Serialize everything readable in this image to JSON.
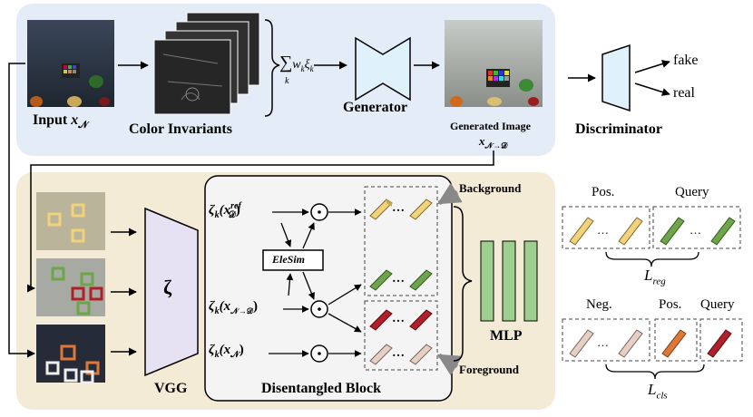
{
  "top": {
    "input_label": "Input",
    "input_sym": "x",
    "input_sub": "𝒩",
    "color_invariants": "Color Invariants",
    "sum_sub": "k",
    "sum_term": "w",
    "sum_k1": "k",
    "sum_xi": "ξ",
    "sum_k2": "k",
    "generator": "Generator",
    "generated_image": "Generated Image",
    "gen_sym": "x",
    "gen_sub": "𝒩→𝒟",
    "discriminator": "Discriminator",
    "fake": "fake",
    "real": "real"
  },
  "bottom": {
    "vgg": "VGG",
    "zeta": "ζ",
    "disentangled_block": "Disentangled Block",
    "elesim": "EleSim",
    "mlp": "MLP",
    "background": "Background",
    "foreground": "Foreground",
    "z_ref_main": "ζ",
    "z_ref_k": "k",
    "z_ref_x": "(x",
    "z_ref_sup": "ref",
    "z_ref_sub": "𝒟",
    "z_ref_close": ")",
    "z_gen": "ζ",
    "z_gen_k": "k",
    "z_gen_x": "(x",
    "z_gen_sub": "𝒩→𝒟",
    "z_gen_close": ")",
    "z_in": "ζ",
    "z_in_k": "k",
    "z_in_x": "(x",
    "z_in_sub": "𝒩",
    "z_in_close": ")",
    "dots": "…",
    "odot": "⊙"
  },
  "right": {
    "pos": "Pos.",
    "query": "Query",
    "l_reg": "L",
    "l_reg_sub": "reg",
    "neg": "Neg.",
    "pos2": "Pos.",
    "query2": "Query",
    "l_cls": "L",
    "l_cls_sub": "cls",
    "dots": "…"
  },
  "colors": {
    "top_panel": "#e4ecf8",
    "bottom_panel": "#f4ebd6",
    "generator_fill": "#dff1fa",
    "discriminator_fill": "#dff1fa",
    "vgg_fill": "#e6e2f3",
    "mlp_fill": "#9fcf8e",
    "yellow": "#f2d27a",
    "green": "#6ea54a",
    "red": "#b0202a",
    "pink": "#e6d0c6",
    "orange": "#e0773a"
  }
}
